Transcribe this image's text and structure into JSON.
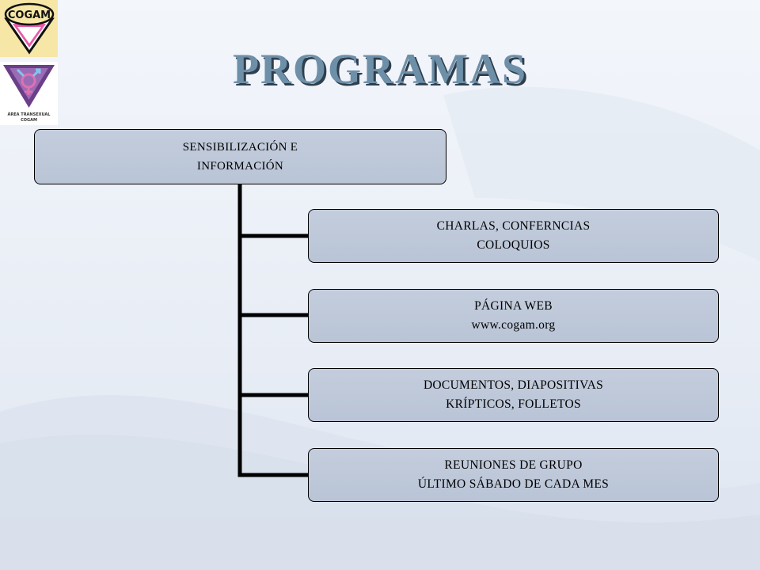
{
  "title": "PROGRAMAS",
  "logos": {
    "cogam": {
      "text": "COGAM"
    },
    "trans": {
      "caption_line1": "ÁREA TRANSEXUAL",
      "caption_line2": "COGAM"
    }
  },
  "tree": {
    "root": {
      "line1": "SENSIBILIZACIÓN E",
      "line2": "INFORMACIÓN"
    },
    "children": [
      {
        "line1": "CHARLAS, CONFERNCIAS",
        "line2": "COLOQUIOS"
      },
      {
        "line1": "PÁGINA WEB",
        "line2": "www.cogam.org"
      },
      {
        "line1": "DOCUMENTOS, DIAPOSITIVAS",
        "line2": "KRÍPTICOS, FOLLETOS"
      },
      {
        "line1": "REUNIONES DE GRUPO",
        "line2": "ÚLTIMO SÁBADO DE CADA MES"
      }
    ]
  },
  "colors": {
    "node_fill": "#bcc6d8",
    "title": "#6e8fa8",
    "title_shadow": "#2f3f4d",
    "connector": "#000000",
    "cogam_bg": "#f6e7a6"
  }
}
